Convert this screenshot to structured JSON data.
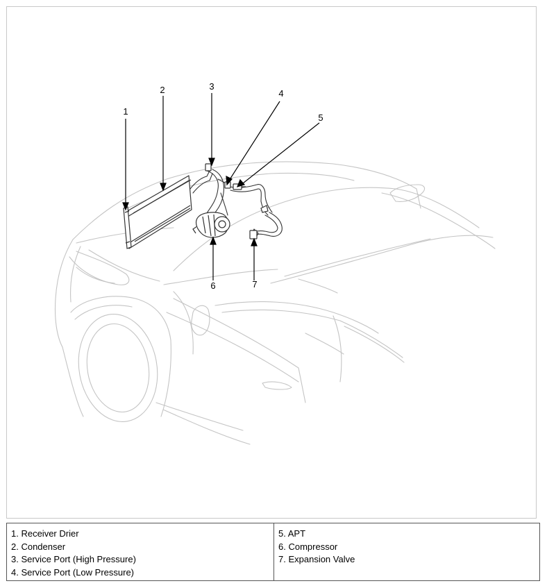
{
  "callouts": [
    "1",
    "2",
    "3",
    "4",
    "5",
    "6",
    "7"
  ],
  "legend": {
    "left": [
      "1. Receiver Drier",
      "2. Condenser",
      "3. Service Port (High Pressure)",
      "4. Service Port (Low Pressure)"
    ],
    "right": [
      "5. APT",
      "6. Compressor",
      "7. Expansion Valve"
    ]
  },
  "colors": {
    "body_lines": "#c4c4c4",
    "component_lines": "#333333",
    "frame_border": "#c8c8c8",
    "table_border": "#555555"
  }
}
